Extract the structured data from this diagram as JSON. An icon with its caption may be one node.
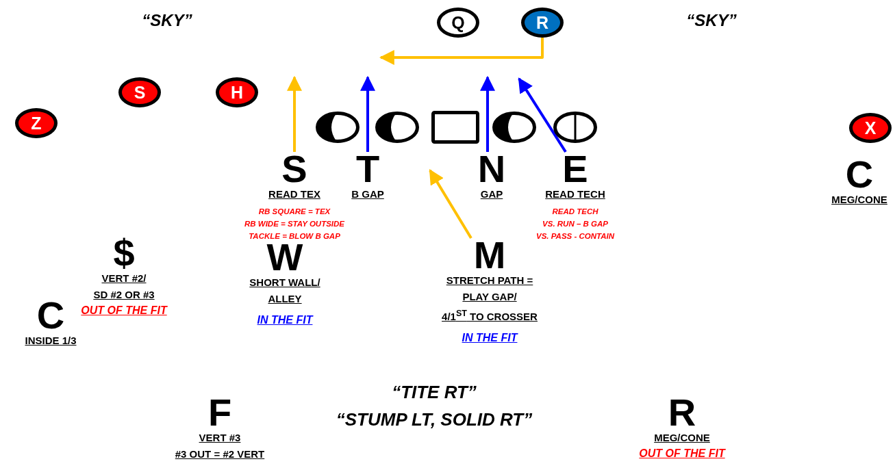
{
  "diagram": {
    "nodes": [
      {
        "text": [
          "Q"
        ]
      },
      {
        "text": [
          "R"
        ]
      },
      {
        "text": [
          "S"
        ]
      },
      {
        "text": [
          "H"
        ]
      },
      {
        "text": [
          "Z"
        ]
      },
      {
        "text": [],
        "shape": "oval"
      },
      {
        "text": [],
        "shape": "oval"
      },
      {
        "text": [],
        "shape": "box"
      },
      {
        "text": [],
        "shape": "oval"
      },
      {
        "text": [],
        "shape": "oval"
      },
      {
        "text": [
          "X"
        ]
      },
      {
        "text": [
          "S",
          "READ TEX",
          "RB SQUARE = TEX RB WIDE = STAY OUTSIDE TACKLE = BLOW B GAP"
        ]
      },
      {
        "text": [
          "T",
          "B GAP"
        ]
      },
      {
        "text": [
          "N",
          "GAP"
        ]
      },
      {
        "text": [
          "E",
          "READ TECH",
          "READ TECH VS. RUN – B GAP VS. PASS - CONTAIN"
        ]
      },
      {
        "text": [
          "C",
          "MEG/CONE"
        ]
      },
      {
        "text": [
          "$",
          "VERT #2/ SD #2 OR #3",
          "OUT OF THE FIT"
        ]
      },
      {
        "text": [
          "W",
          "SHORT WALL/ ALLEY",
          "IN THE FIT"
        ]
      },
      {
        "text": [
          "M",
          "STRETCH PATH = PLAY GAP/ 4/1$^{ST}$ TO CROSSER",
          "IN THE FIT"
        ]
      },
      {
        "text": [
          "C",
          "INSIDE 1/3"
        ]
      },
      {
        "text": [
          "F",
          "VERT #3 #3 OUT = #2 VERT"
        ]
      },
      {
        "text": [
          "R",
          "MEG/CONE",
          "OUT OF THE FIT"
        ]
      }
    ],
    "edges": [
      {
        "from": 1,
        "to": null,
        "arrow": "to",
        "color": "#ffc000"
      },
      {
        "from": 11,
        "to": null,
        "arrow": "to",
        "color": "#ffc000"
      },
      {
        "from": 12,
        "to": null,
        "arrow": "to",
        "color": "#0000ff"
      },
      {
        "from": 13,
        "to": null,
        "arrow": "to",
        "color": "#0000ff"
      },
      {
        "from": 14,
        "to": null,
        "arrow": "to",
        "color": "#0000ff"
      },
      {
        "from": 18,
        "to": null,
        "arrow": "to",
        "color": "#ffc000"
      }
    ],
    "labels": [
      "“SKY”",
      "“SKY”",
      "“TITE RT”",
      "“STUMP LT, SOLID RT”"
    ]
  }
}
